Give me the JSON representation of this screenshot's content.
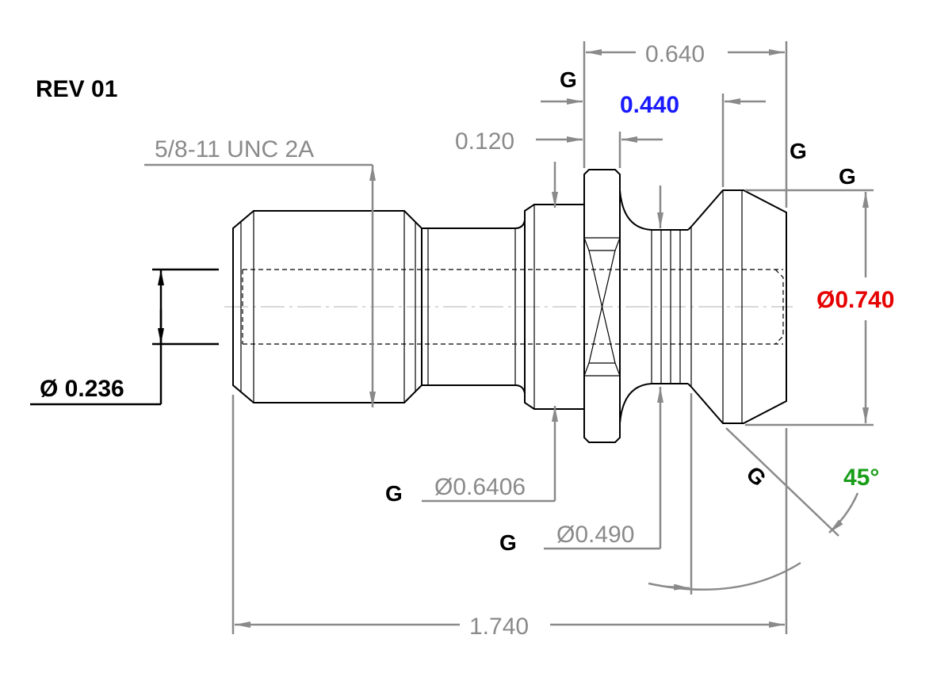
{
  "drawing": {
    "revision": "REV 01",
    "thread_callout": "5/8-11 UNC 2A",
    "dimensions": {
      "bore_diameter": "Ø 0.236",
      "overall_length": "1.740",
      "head_length": "0.640",
      "flange_offset": "0.120",
      "groove_length": "0.440",
      "pilot_diameter": "Ø0.6406",
      "groove_diameter": "Ø0.490",
      "head_diameter": "Ø0.740",
      "chamfer_angle": "45°"
    },
    "gdt_symbol": "G",
    "colors": {
      "dimension": "#8a8a8a",
      "groove_length": "#1a1aff",
      "head_diameter": "#e60000",
      "chamfer_angle": "#1a9e1a",
      "part": "#000000"
    }
  }
}
